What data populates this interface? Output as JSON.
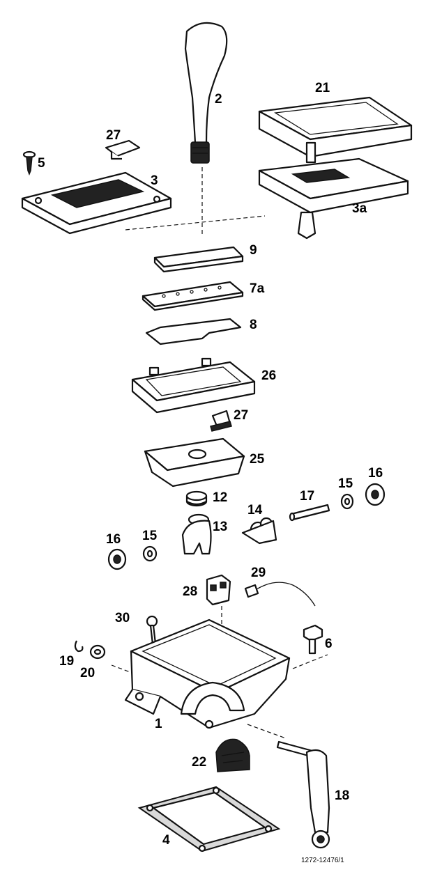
{
  "labels": {
    "p1": "1",
    "p2": "2",
    "p3": "3",
    "p3a": "3a",
    "p4": "4",
    "p5": "5",
    "p6": "6",
    "p7a": "7a",
    "p8": "8",
    "p9": "9",
    "p12": "12",
    "p13": "13",
    "p14": "14",
    "p15a": "15",
    "p15b": "15",
    "p16a": "16",
    "p16b": "16",
    "p17": "17",
    "p18": "18",
    "p19": "19",
    "p20": "20",
    "p21": "21",
    "p22": "22",
    "p25": "25",
    "p26": "26",
    "p27a": "27",
    "p27b": "27",
    "p28": "28",
    "p29": "29",
    "p30": "30"
  },
  "reference": "1272-12476/1"
}
